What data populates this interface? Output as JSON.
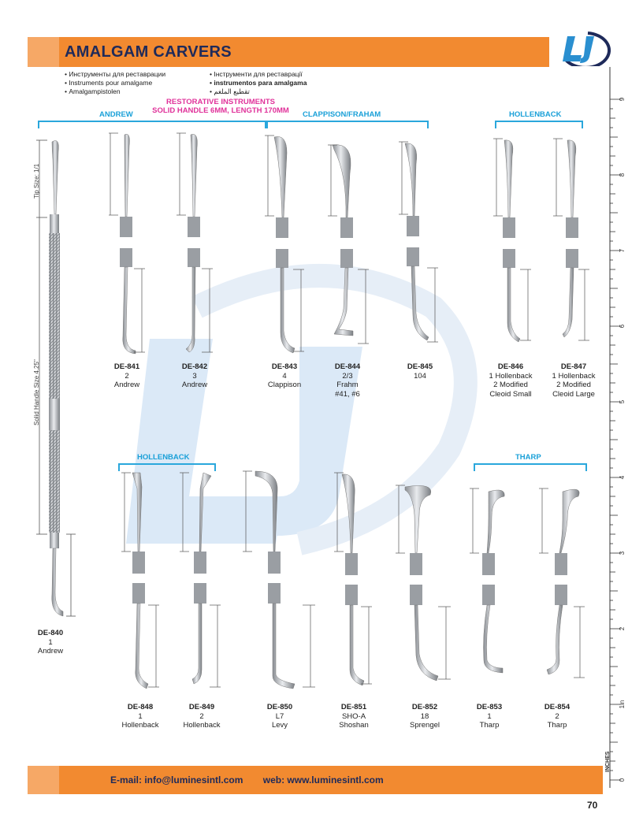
{
  "header": {
    "title": "AMALGAM CARVERS",
    "languages_left": [
      "Инструменты для реставрации",
      "Instruments pour amalgame",
      "Amalgampistolen"
    ],
    "languages_right": [
      "Інструменти для реставрації",
      "instrumentos para amalgama",
      "تقطيع الملغم"
    ]
  },
  "subtitle": {
    "line1": "RESTORATIVE INSTRUMENTS",
    "line2": "SOLID HANDLE 6MM, LENGTH 170MM"
  },
  "groups": {
    "andrew": "ANDREW",
    "clappison": "CLAPPISON/FRAHAM",
    "hollenback_top": "HOLLENBACK",
    "hollenback_bottom": "HOLLENBACK",
    "tharp": "THARP"
  },
  "side_labels": {
    "tip_size": "Tip Size: 1/1",
    "handle_size": "Solid Handle Size 4.25\""
  },
  "products": [
    {
      "code": "DE-840",
      "l1": "1",
      "l2": "Andrew",
      "l3": "",
      "l4": ""
    },
    {
      "code": "DE-841",
      "l1": "2",
      "l2": "Andrew",
      "l3": "",
      "l4": ""
    },
    {
      "code": "DE-842",
      "l1": "3",
      "l2": "Andrew",
      "l3": "",
      "l4": ""
    },
    {
      "code": "DE-843",
      "l1": "4",
      "l2": "Clappison",
      "l3": "",
      "l4": ""
    },
    {
      "code": "DE-844",
      "l1": "2/3",
      "l2": "Frahm",
      "l3": "#41, #6",
      "l4": ""
    },
    {
      "code": "DE-845",
      "l1": "104",
      "l2": "",
      "l3": "",
      "l4": ""
    },
    {
      "code": "DE-846",
      "l1": "1 Hollenback",
      "l2": "2 Modified",
      "l3": "Cleoid Small",
      "l4": ""
    },
    {
      "code": "DE-847",
      "l1": "1 Hollenback",
      "l2": "2 Modified",
      "l3": "Cleoid Large",
      "l4": ""
    },
    {
      "code": "DE-848",
      "l1": "1",
      "l2": "Hollenback",
      "l3": "",
      "l4": ""
    },
    {
      "code": "DE-849",
      "l1": "2",
      "l2": "Hollenback",
      "l3": "",
      "l4": ""
    },
    {
      "code": "DE-850",
      "l1": "L7",
      "l2": "Levy",
      "l3": "",
      "l4": ""
    },
    {
      "code": "DE-851",
      "l1": "SHO-A",
      "l2": "Shoshan",
      "l3": "",
      "l4": ""
    },
    {
      "code": "DE-852",
      "l1": "18",
      "l2": "Sprengel",
      "l3": "",
      "l4": ""
    },
    {
      "code": "DE-853",
      "l1": "1",
      "l2": "Tharp",
      "l3": "",
      "l4": ""
    },
    {
      "code": "DE-854",
      "l1": "2",
      "l2": "Tharp",
      "l3": "",
      "l4": ""
    }
  ],
  "ruler": {
    "numbers": [
      "9",
      "8",
      "7",
      "6",
      "5",
      "4",
      "3",
      "2",
      "1in",
      "0"
    ],
    "unit_label": "INCHES"
  },
  "footer": {
    "email": "E-mail: info@luminesintl.com",
    "web": "web: www.luminesintl.com"
  },
  "page_number": "70",
  "colors": {
    "orange": "#f28a30",
    "navy": "#1e2a5a",
    "group_blue": "#1aa0d8",
    "subtitle_magenta": "#e0329a"
  }
}
